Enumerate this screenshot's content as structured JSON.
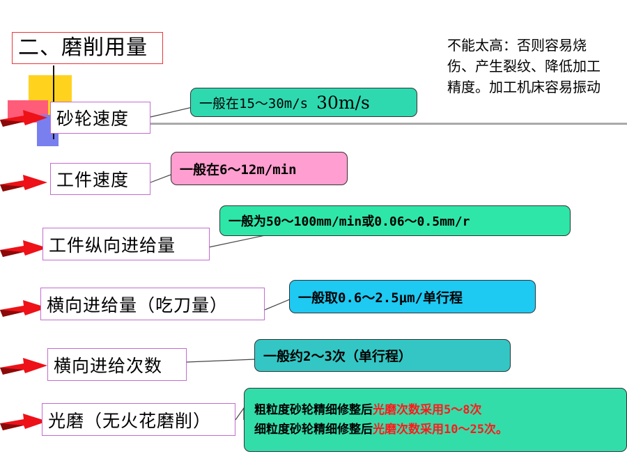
{
  "title": "二、磨削用量",
  "note": "不能太高：否则容易烧伤、产生裂纹、降低加工精度。加工机床容易振动",
  "rows": [
    {
      "label": "砂轮速度",
      "callout_text": "一般在15～30m/s",
      "callout_extra": "30m/s",
      "color": "#2fd9b0"
    },
    {
      "label": "工件速度",
      "callout_text": "一般在6～12m/min",
      "color": "#ff9ed0"
    },
    {
      "label": "工件纵向进给量",
      "callout_text": "一般为50～100mm/min或0.06～0.5mm/r",
      "color": "#2ee6a8"
    },
    {
      "label": "横向进给量（吃刀量）",
      "callout_text": "一般取0.6～2.5μm/单行程",
      "color": "#1ec9f2"
    },
    {
      "label": "横向进给次数",
      "callout_text": "一般约2～3次（单行程）",
      "color": "#34c6c4"
    },
    {
      "label": "光磨（无火花磨削）",
      "color": "#33ddaa",
      "lines": [
        {
          "prefix": "粗粒度砂轮精细修整后",
          "highlight": "光磨次数采用5～8次"
        },
        {
          "prefix": "细粒度砂轮精细修整后",
          "highlight": "光磨次数采用10～25次。"
        }
      ]
    }
  ]
}
